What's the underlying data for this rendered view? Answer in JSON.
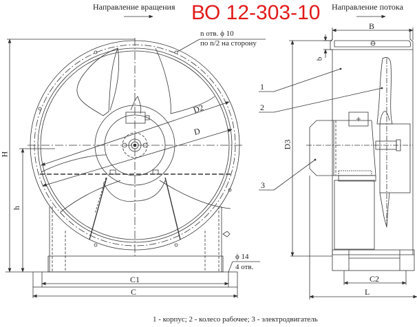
{
  "title": "ВО 12-303-10",
  "colors": {
    "title": "#e21a1a",
    "lines": "#333333",
    "background": "#ffffff"
  },
  "front_view": {
    "rotation_direction_label": "Направление вращения",
    "hole_note_line1": "n отв. ϕ 10",
    "hole_note_line2": "по n/2 на сторону",
    "dim_H": "H",
    "dim_h": "h",
    "dim_D2": "D2",
    "dim_D": "D",
    "dim_C1": "C1",
    "dim_C": "C",
    "base_hole_line1": "ϕ 14",
    "base_hole_line2": "4 отв."
  },
  "side_view": {
    "flow_direction_label": "Направление потока",
    "dim_B": "B",
    "dim_b": "b",
    "dim_D3": "D3",
    "dim_C2": "C2",
    "dim_L": "L",
    "callout_1": "1",
    "callout_2": "2",
    "callout_3": "3"
  },
  "legend": "1 - корпус;  2 - колесо рабочее;  3 - электродвигатель"
}
